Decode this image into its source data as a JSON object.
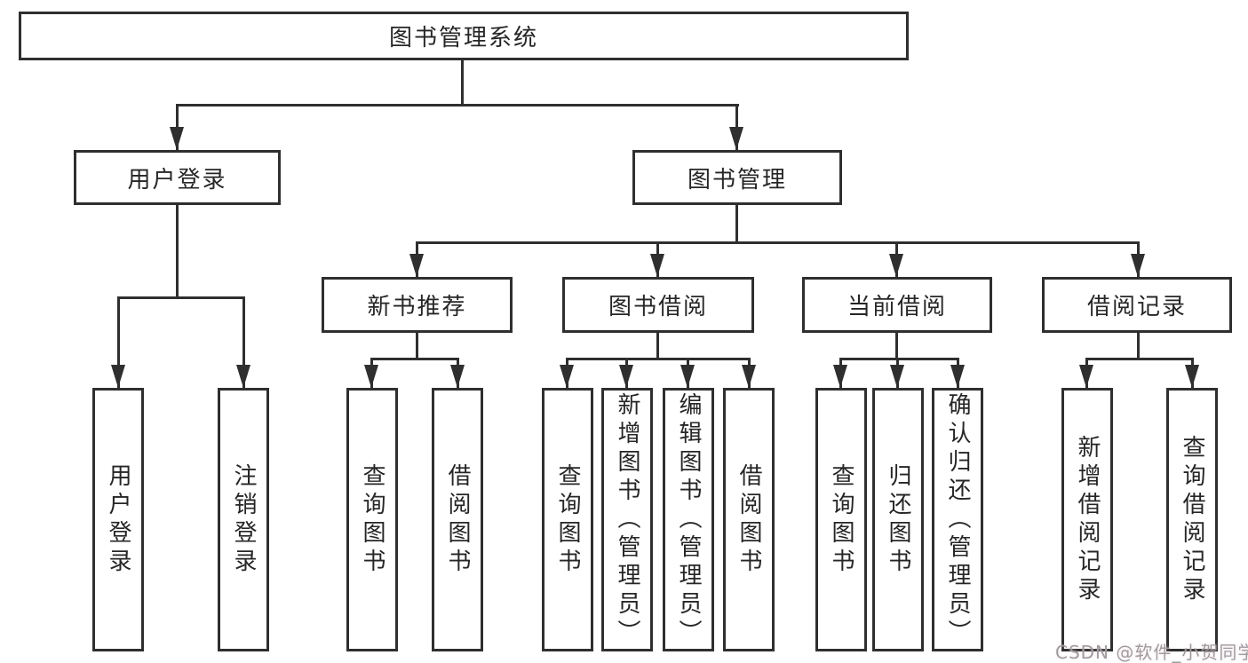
{
  "nodes": {
    "root": "图书管理系统",
    "user_login": "用户登录",
    "book_management": "图书管理",
    "new_book_recommend": "新书推荐",
    "book_borrow": "图书借阅",
    "current_borrow": "当前借阅",
    "borrow_records": "借阅记录"
  },
  "leaves": [
    "用户登录",
    "注销登录",
    "查询图书",
    "借阅图书",
    "查询图书",
    "新增图书（管理员）",
    "编辑图书（管理员）",
    "借阅图书",
    "查询图书",
    "归还图书",
    "确认归还（管理员）",
    "新增借阅记录",
    "查询借阅记录"
  ],
  "watermark": "CSDN @软件_小贺同学",
  "colors": {
    "line": "#2f2f2f",
    "text": "#262626",
    "watermark": "#9d9da2",
    "background": "#ffffff"
  }
}
